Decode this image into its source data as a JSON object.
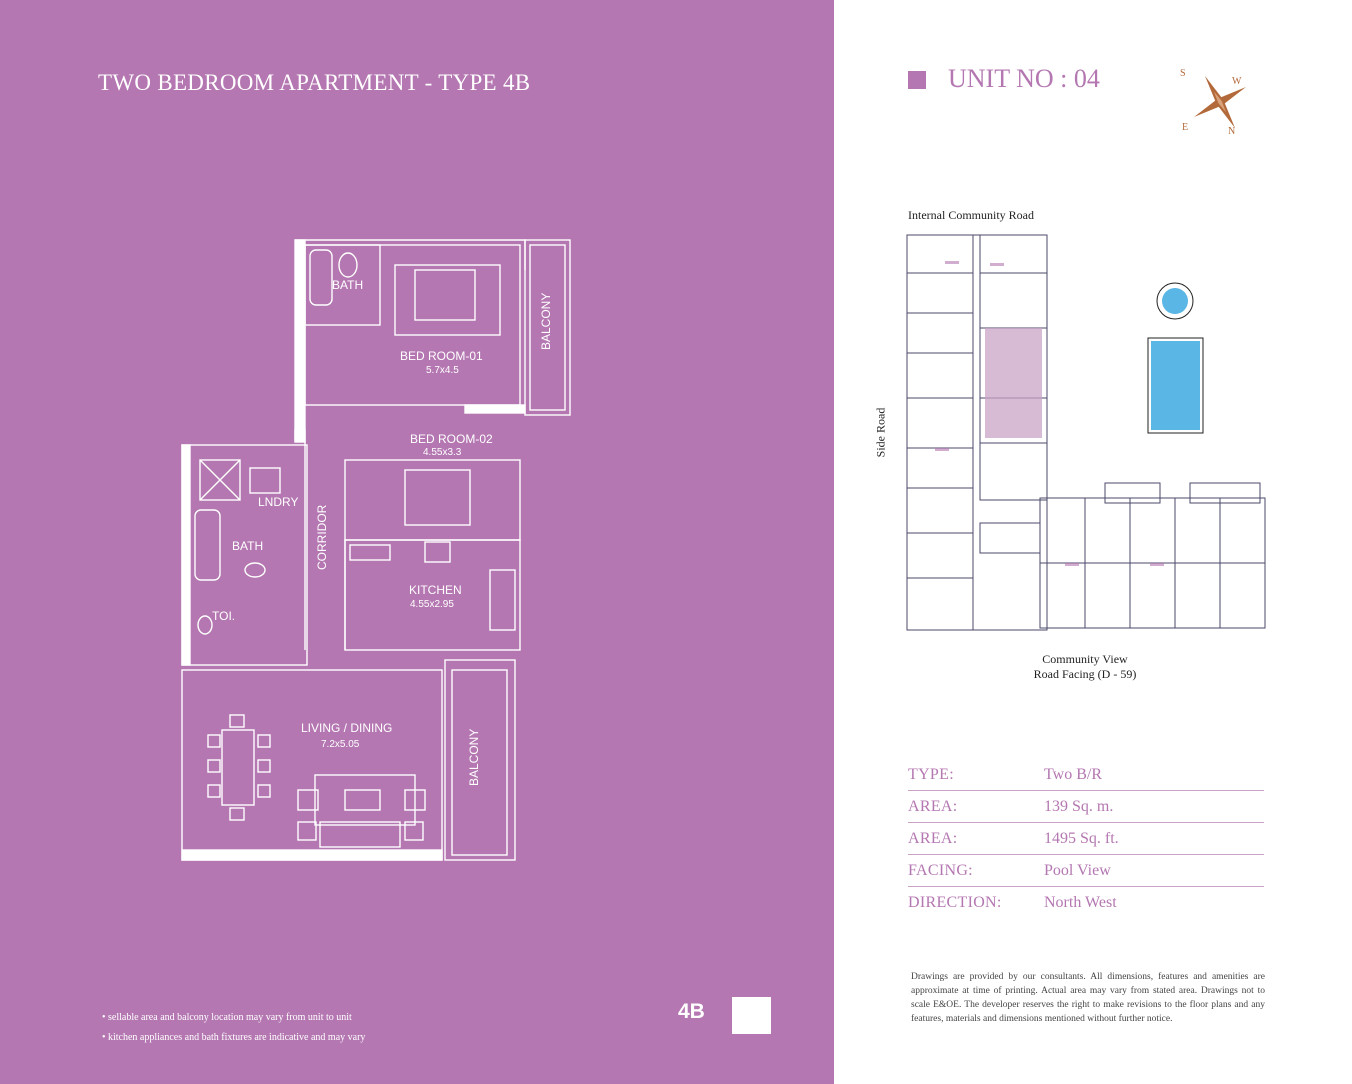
{
  "left_panel": {
    "title": "TWO BEDROOM APARTMENT  - TYPE 4B",
    "rooms": {
      "bath1": "BATH",
      "bed1_name": "BED ROOM-01",
      "bed1_dim": "5.7x4.5",
      "balcony1": "BALCONY",
      "bed2_name": "BED ROOM-02",
      "bed2_dim": "4.55x3.3",
      "laundry": "LNDRY",
      "bath2": "BATH",
      "corridor": "CORRIDOR",
      "kitchen_name": "KITCHEN",
      "kitchen_dim": "4.55x2.95",
      "toilet": "TOI.",
      "living_name": "LIVING / DINING",
      "living_dim": "7.2x5.05",
      "balcony2": "BALCONY"
    },
    "notes": [
      "• sellable area and balcony location may vary from unit to unit",
      "• kitchen appliances and bath fixtures are indicative and may vary"
    ],
    "type_code": "4B"
  },
  "right_panel": {
    "unit_no": "UNIT NO : 04",
    "compass": {
      "n": "N",
      "e": "E",
      "s": "S",
      "w": "W"
    },
    "keyplan": {
      "top_label": "Internal Community Road",
      "side_label": "Side Road",
      "bottom_label_line1": "Community View",
      "bottom_label_line2": "Road Facing (D - 59)"
    },
    "info": [
      {
        "key": "TYPE:",
        "value": "Two B/R"
      },
      {
        "key": "AREA:",
        "value": "139 Sq. m."
      },
      {
        "key": "AREA:",
        "value": "1495 Sq. ft."
      },
      {
        "key": "FACING:",
        "value": "Pool View"
      },
      {
        "key": "DIRECTION:",
        "value": "North West"
      }
    ],
    "disclaimer": "Drawings are provided by our consultants. All dimensions, features and amenities are approximate at time of printing. Actual area may vary from stated area. Drawings not to scale E&OE. The developer reserves the right to make revisions to the floor plans and any features, materials and dimensions mentioned without further notice."
  },
  "colors": {
    "accent_purple": "#b477b1",
    "pool_blue": "#5ab6e5",
    "highlight_unit": "#c9a3c6"
  }
}
